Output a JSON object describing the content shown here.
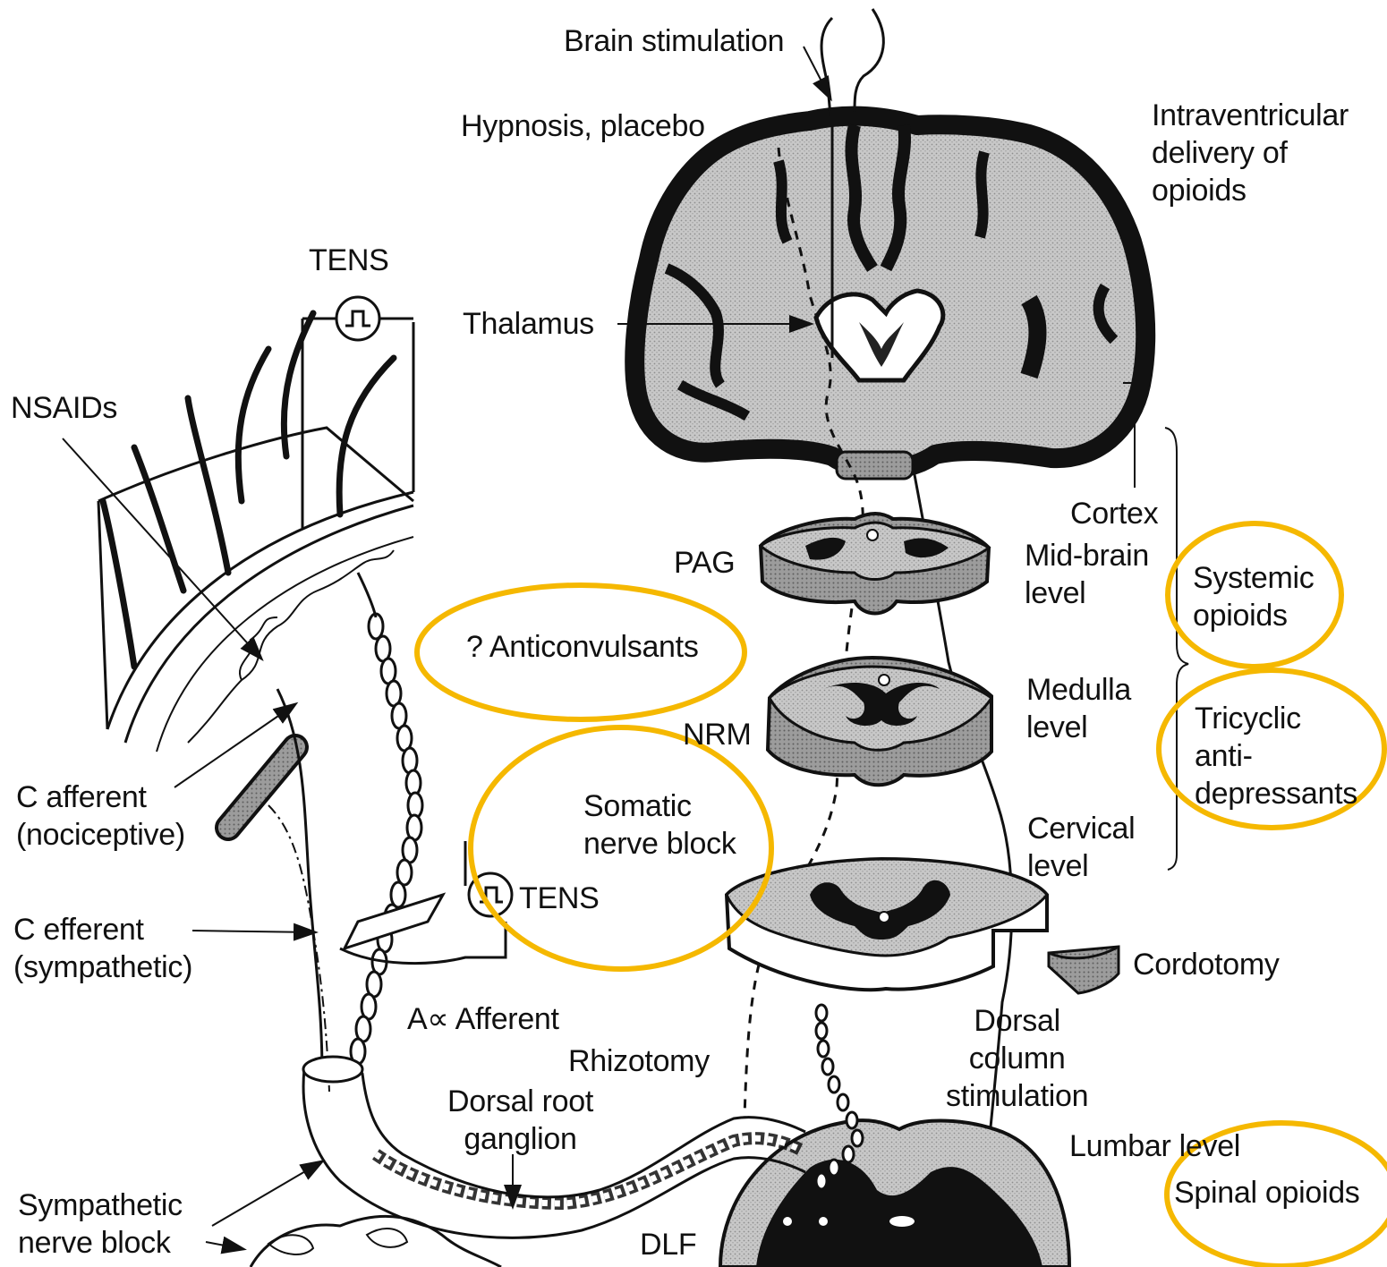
{
  "labels": {
    "brain_stimulation": "Brain stimulation",
    "hypnosis_placebo": "Hypnosis, placebo",
    "intraventricular_opioids": "Intraventricular\ndelivery of\nopioids",
    "tens_top": "TENS",
    "thalamus": "Thalamus",
    "nsaids": "NSAIDs",
    "cortex": "Cortex",
    "pag": "PAG",
    "midbrain_level": "Mid-brain\nlevel",
    "systemic_opioids": "Systemic\nopioids",
    "anticonvulsants": "? Anticonvulsants",
    "medulla_level": "Medulla\nlevel",
    "nrm": "NRM",
    "tricyclic": "Tricyclic\nanti-\ndepressants",
    "c_afferent": "C afferent\n(nociceptive)",
    "somatic_nerve_block": "Somatic\nnerve block",
    "cervical_level": "Cervical\nlevel",
    "tens_mid": "TENS",
    "c_efferent": "C efferent\n(sympathetic)",
    "cordotomy": "Cordotomy",
    "a_alpha_afferent": "A∝ Afferent",
    "dorsal_column_stimulation": "Dorsal\ncolumn\nstimulation",
    "rhizotomy": "Rhizotomy",
    "dorsal_root_ganglion": "Dorsal root\nganglion",
    "lumbar_level": "Lumbar level",
    "spinal_opioids": "Spinal opioids",
    "sympathetic_nerve_block": "Sympathetic\nnerve block",
    "dlf": "DLF"
  },
  "colors": {
    "highlight_circle": "#F5B800",
    "ink": "#111111",
    "tissue_fill": "#bdbdbd",
    "grey_matter": "#1a1a1a"
  },
  "highlighted_labels": [
    "anticonvulsants",
    "somatic_nerve_block",
    "systemic_opioids",
    "tricyclic",
    "spinal_opioids"
  ]
}
